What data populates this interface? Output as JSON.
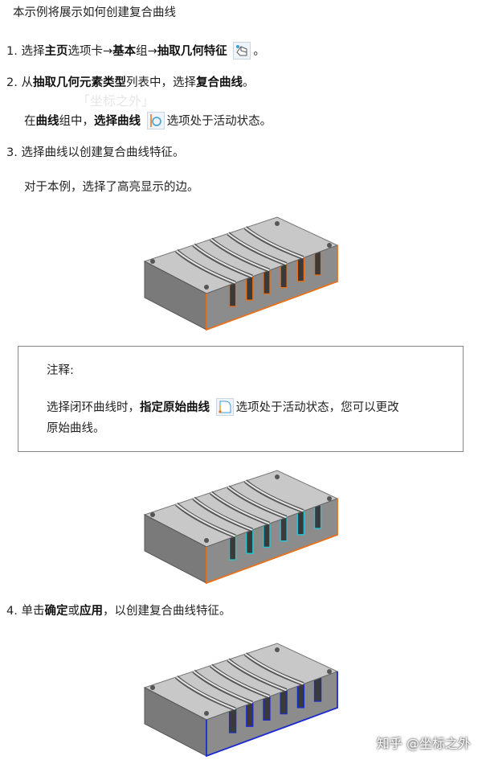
{
  "intro": "本示例将展示如何创建复合曲线",
  "steps": [
    {
      "num": "1.",
      "parts": [
        "选择",
        "主页",
        "选项卡→",
        "基本",
        "组→",
        "抽取几何特征",
        "。"
      ],
      "icon": "extract-geometry-icon"
    },
    {
      "num": "2.",
      "parts": [
        "从",
        "抽取几何元素类型",
        "列表中，选择",
        "复合曲线",
        "。"
      ],
      "sub": {
        "parts": [
          "在",
          "曲线",
          "组中，",
          "选择曲线",
          "选项处于活动状态。"
        ],
        "icon": "select-curve-icon"
      }
    },
    {
      "num": "3.",
      "text": "选择曲线以创建复合曲线特征。",
      "sub": {
        "text": "对于本例，选择了高亮显示的边。"
      }
    },
    {
      "num": "4.",
      "parts": [
        "单击",
        "确定",
        "或",
        "应用",
        "，以创建复合曲线特征。"
      ]
    }
  ],
  "note": {
    "title": "注释:",
    "parts": [
      "选择闭环曲线时，",
      "指定原始曲线",
      "选项处于活动状态，您可以更改",
      "原始曲线。"
    ],
    "icon": "specify-origin-curve-icon"
  },
  "figures": [
    {
      "edge_color": "#e8701a",
      "accent_color": "#e8701a"
    },
    {
      "edge_color": "#e8701a",
      "accent_color": "#22c8d8"
    },
    {
      "edge_color": "#1a2ad0",
      "accent_color": "#1a2ad0"
    }
  ],
  "watermark": "「坐标之外」",
  "brand": "知乎 @坐标之外"
}
